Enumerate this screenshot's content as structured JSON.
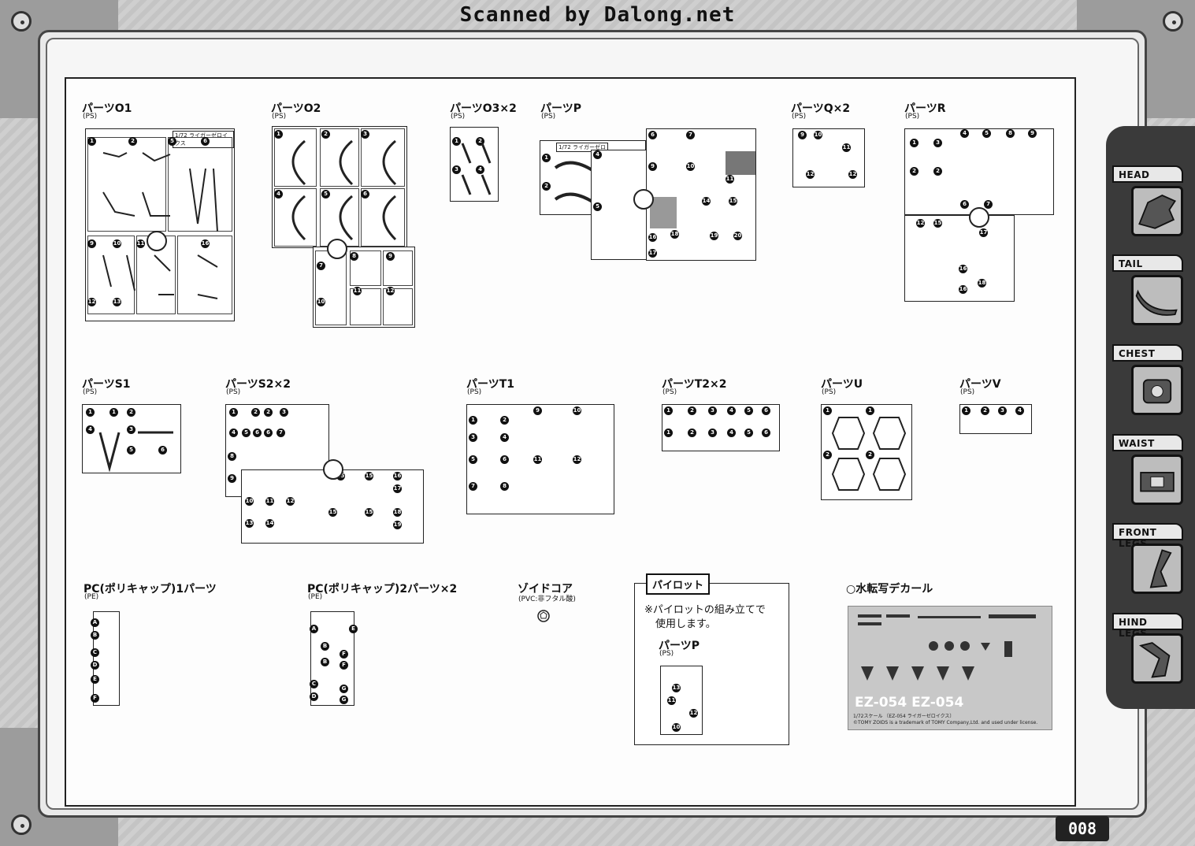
{
  "header": {
    "banner": "Scanned by Dalong.net"
  },
  "side_tabs": [
    {
      "label": "HEAD",
      "icon": "lion-head-icon"
    },
    {
      "label": "TAIL",
      "icon": "tail-icon"
    },
    {
      "label": "CHEST",
      "icon": "chest-icon"
    },
    {
      "label": "WAIST",
      "icon": "waist-icon"
    },
    {
      "label": "FRONT LEGS",
      "icon": "front-legs-icon"
    },
    {
      "label": "HIND LEGS",
      "icon": "hind-legs-icon"
    }
  ],
  "parts": {
    "o1": {
      "title": "パーツO1",
      "material": "(PS)"
    },
    "o2": {
      "title": "パーツO2",
      "material": "(PS)"
    },
    "o3": {
      "title": "パーツO3×2",
      "material": "(PS)"
    },
    "p": {
      "title": "パーツP",
      "material": "(PS)"
    },
    "q": {
      "title": "パーツQ×2",
      "material": "(PS)"
    },
    "r": {
      "title": "パーツR",
      "material": "(PS)"
    },
    "s1": {
      "title": "パーツS1",
      "material": "(PS)"
    },
    "s2": {
      "title": "パーツS2×2",
      "material": "(PS)"
    },
    "t1": {
      "title": "パーツT1",
      "material": "(PS)"
    },
    "t2": {
      "title": "パーツT2×2",
      "material": "(PS)"
    },
    "u": {
      "title": "パーツU",
      "material": "(PS)"
    },
    "v": {
      "title": "パーツV",
      "material": "(PS)"
    },
    "pc1": {
      "title": "PC(ポリキャップ)1パーツ",
      "material": "(PE)"
    },
    "pc2": {
      "title": "PC(ポリキャップ)2パーツ×2",
      "material": "(PE)"
    },
    "zoid_core": {
      "title": "ゾイドコア",
      "material": "(PVC:非フタル酸)"
    }
  },
  "pilot": {
    "title": "パイロット",
    "note_line1": "※パイロットの組み立てで",
    "note_line2": "使用します。",
    "part_title": "パーツP",
    "part_material": "(PS)"
  },
  "decal": {
    "title": "○水転写デカール",
    "text1": "EZ-054  EZ-054",
    "text2": "1/72スケール 〔EZ-054 ライガーゼロイクス〕",
    "text3": "©TOMY  ZOIDS is a trademark of TOMY Company,Ltd. and used under license."
  },
  "sprue_tags": {
    "o1": "1/72 ライガーゼロイクス",
    "p": "1/72 ライガーゼロ"
  },
  "page": {
    "number": "008"
  }
}
